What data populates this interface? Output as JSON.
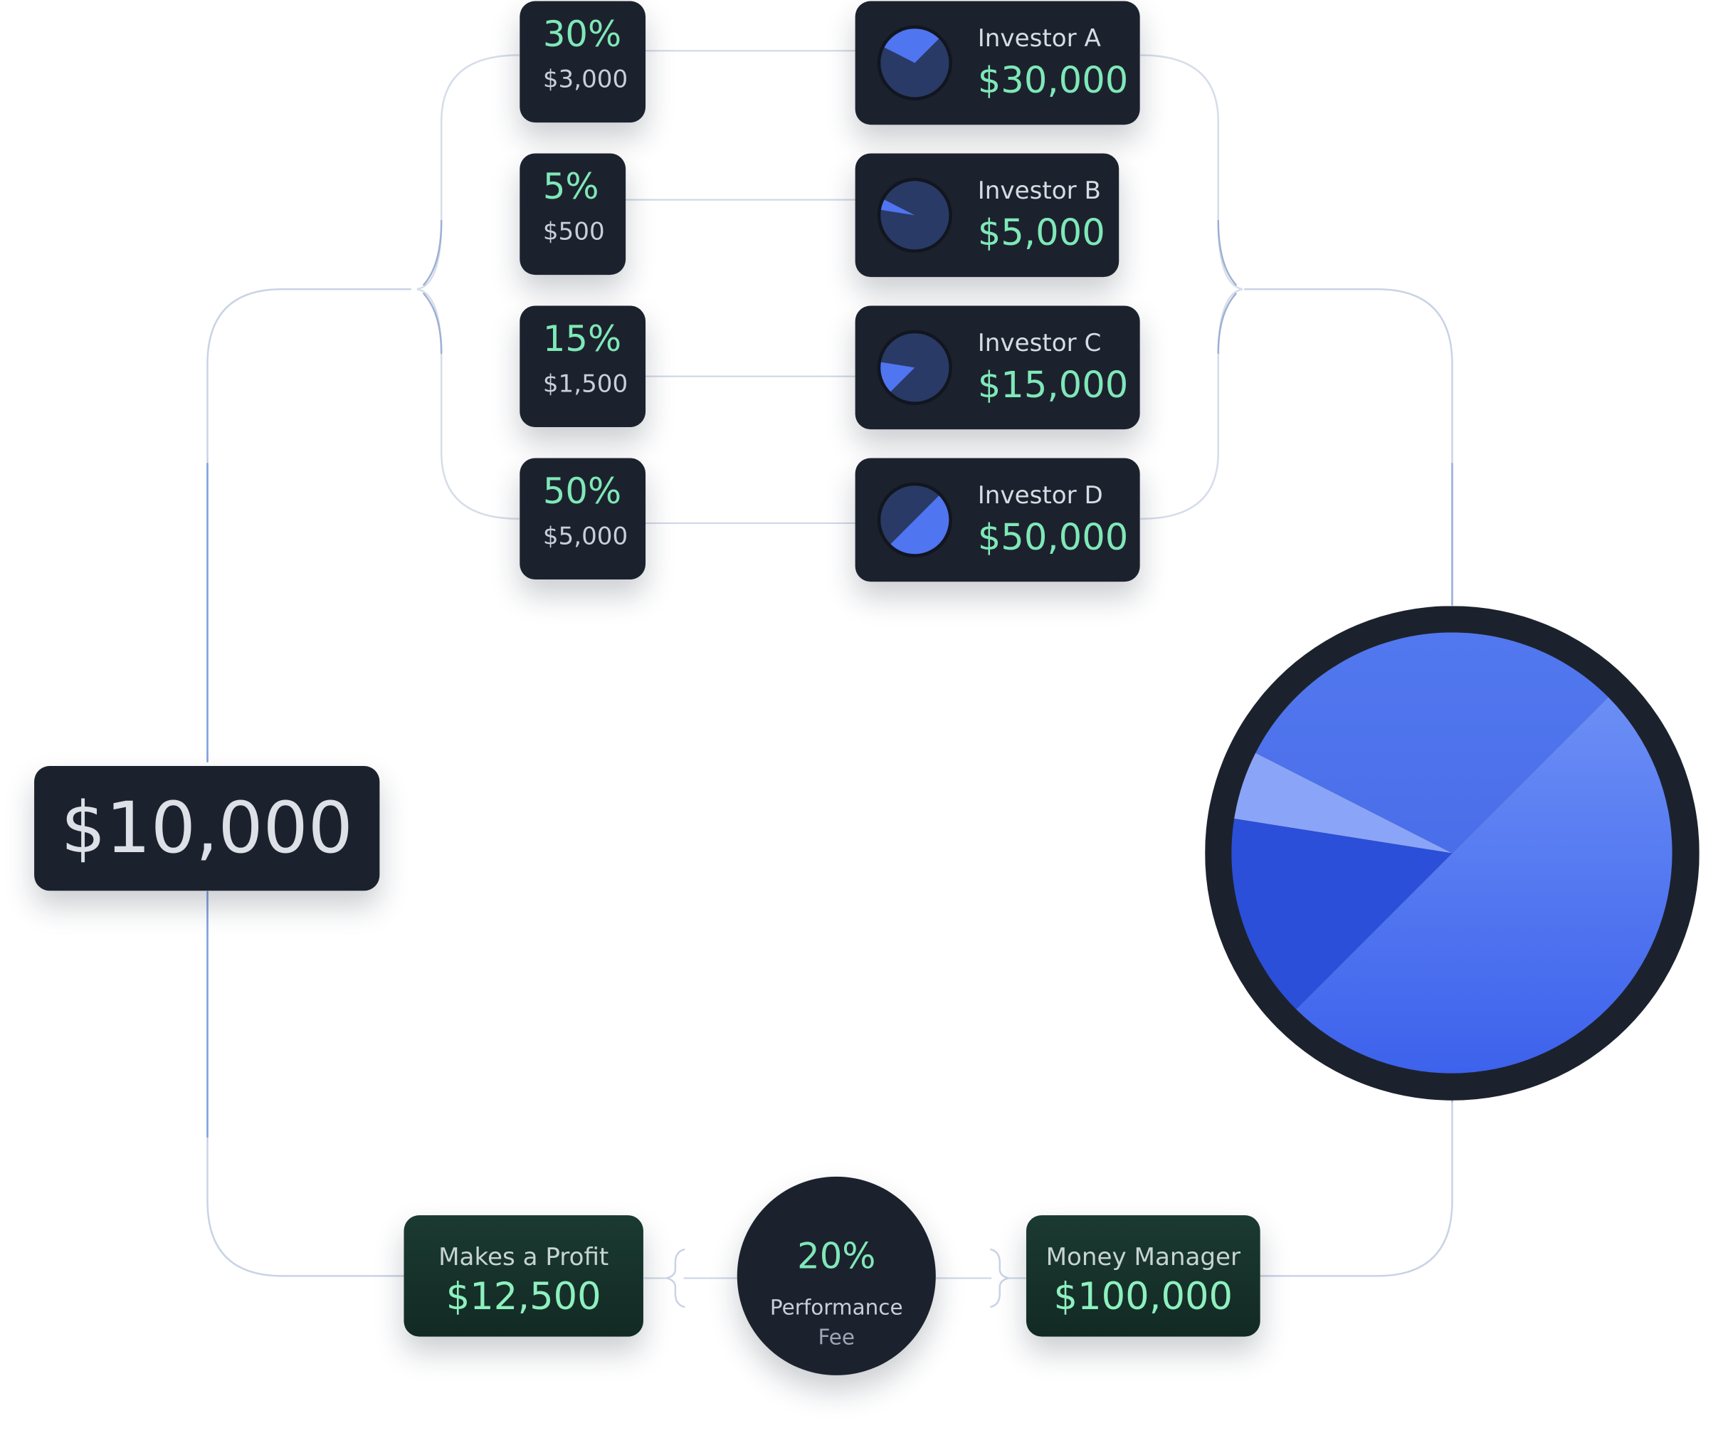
{
  "total": "$10,000",
  "shares": [
    {
      "percent": "30%",
      "amount": "$3,000",
      "fraction": 0.3
    },
    {
      "percent": "5%",
      "amount": "$500",
      "fraction": 0.05
    },
    {
      "percent": "15%",
      "amount": "$1,500",
      "fraction": 0.15
    },
    {
      "percent": "50%",
      "amount": "$5,000",
      "fraction": 0.5
    }
  ],
  "investors": [
    {
      "name": "Investor A",
      "value": "$30,000"
    },
    {
      "name": "Investor B",
      "value": "$5,000"
    },
    {
      "name": "Investor C",
      "value": "$15,000"
    },
    {
      "name": "Investor D",
      "value": "$50,000"
    }
  ],
  "profit": {
    "label": "Makes a Profit",
    "value": "$12,500"
  },
  "fee": {
    "percent": "20%",
    "label_line1": "Performance",
    "label_line2": "Fee"
  },
  "manager": {
    "label": "Money Manager",
    "value": "$100,000"
  },
  "colors": {
    "card_bg": "#1c222d",
    "accent_green": "#7fe8b8",
    "pie_blue": "#4f75f0",
    "pie_light": "#8aa4f8",
    "pie_dark": "#2b4fd8",
    "profit_bg": "#16302a"
  }
}
